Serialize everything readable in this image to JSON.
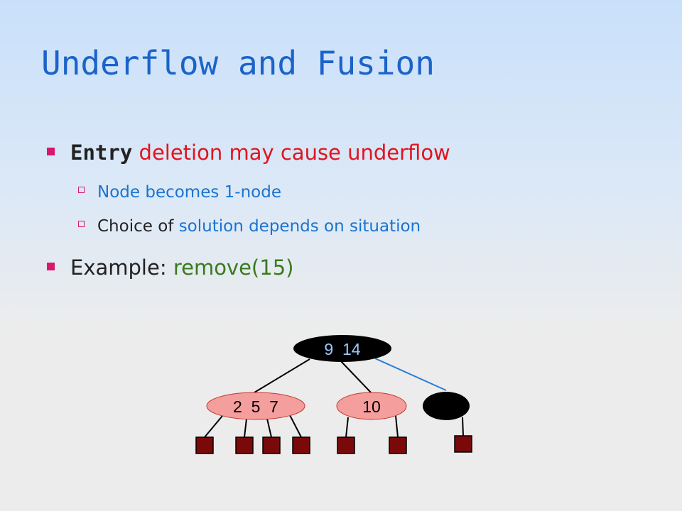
{
  "slide": {
    "title": "Underflow and Fusion",
    "bullet1": {
      "code": "Entry",
      "text": " deletion may cause underflow"
    },
    "sub1": {
      "text": "Node becomes 1-node"
    },
    "sub2": {
      "prefix": "Choice of ",
      "text": "solution depends on situation"
    },
    "bullet2": {
      "prefix": "Example: ",
      "text": "remove(15)"
    }
  },
  "diagram": {
    "root": {
      "keys": "9  14"
    },
    "children": [
      {
        "keys": "2  5  7"
      },
      {
        "keys": "10"
      },
      {
        "keys": ""
      }
    ],
    "colors": {
      "internal_black": "#000000",
      "internal_red": "#f49e9e",
      "leaf": "#7a0a0a",
      "highlight_edge": "#2a7bd8",
      "root_text": "#9cc8ff"
    }
  }
}
